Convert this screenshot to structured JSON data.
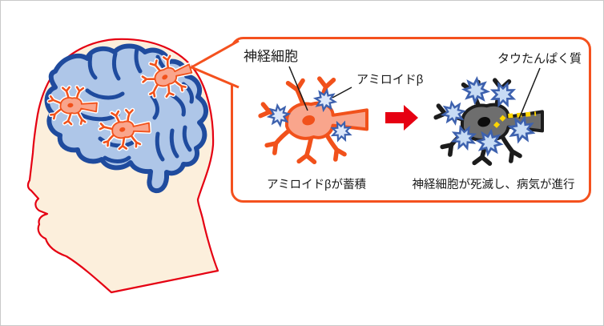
{
  "figure": {
    "title_semantic": "alzheimer-brain-neuron-diagram",
    "panel": {
      "label_nerve_cell": "神経細胞",
      "label_amyloid_beta": "アミロイドβ",
      "label_tau_protein": "タウたんぱく質",
      "caption_left": "アミロイドβが蓄積",
      "caption_right": "神経細胞が死滅し、病気が進行"
    },
    "icons": {
      "amyloid_plaque": "eight-point-burst-star",
      "tau_tangle": "yellow-dashed-line",
      "progression_arrow": "right-red-arrow"
    },
    "colors": {
      "page_border": "#C9C9C9",
      "head_fill": "#FCEFDC",
      "head_outline": "#E50012",
      "brain_fill": "#AEC6E8",
      "brain_outline": "#1F4B9E",
      "neuron_line": "#F1511B",
      "neuron_fill": "#F9A58C",
      "dead_neuron_line": "#1C1C1C",
      "dead_neuron_fill": "#6E6E6E",
      "amyloid_stroke": "#3D61AE",
      "amyloid_fill": "#D9E5F7",
      "tau_yellow": "#FFD500",
      "panel_border": "#F4511E",
      "arrow_red": "#E60012",
      "text": "#1A1A1A"
    }
  }
}
